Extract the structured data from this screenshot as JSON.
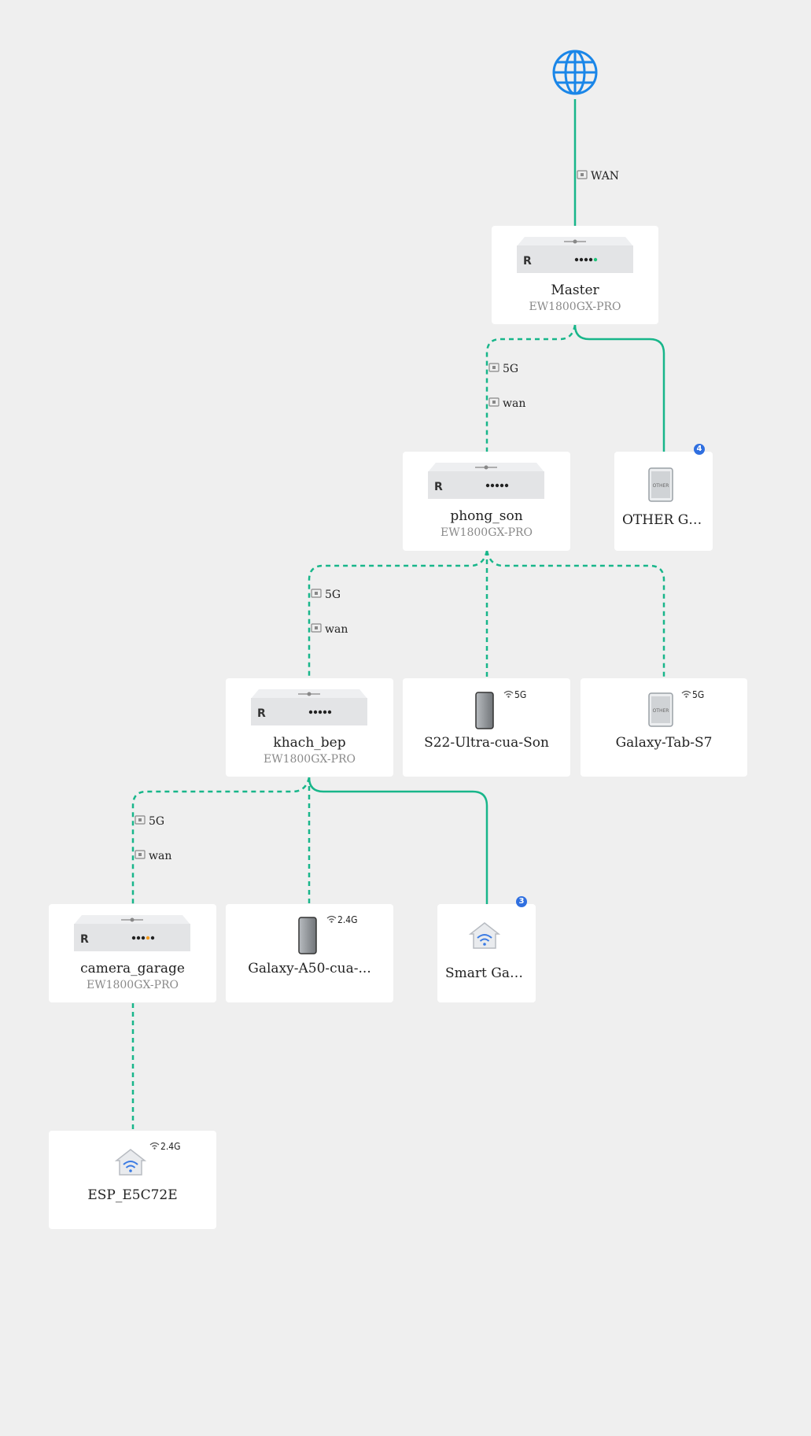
{
  "internet": {
    "icon": "globe-icon",
    "color": "#1a86e8"
  },
  "colors": {
    "link": "#18b68a",
    "badge": "#2f6fe0"
  },
  "links": {
    "wan_master": "WAN",
    "master_phong_5g": "5G",
    "master_phong_wan": "wan",
    "phong_khach_5g": "5G",
    "phong_khach_wan": "wan",
    "khach_camera_5g": "5G",
    "khach_camera_wan": "wan"
  },
  "nodes": {
    "master": {
      "name": "Master",
      "model": "EW1800GX-PRO"
    },
    "phong_son": {
      "name": "phong_son",
      "model": "EW1800GX-PRO"
    },
    "other_group": {
      "name": "OTHER Group",
      "count": "4",
      "icon_text": "OTHER"
    },
    "khach_bep": {
      "name": "khach_bep",
      "model": "EW1800GX-PRO"
    },
    "s22": {
      "name": "S22-Ultra-cua-Son",
      "band": "5G"
    },
    "galaxy_tab": {
      "name": "Galaxy-Tab-S7",
      "band": "5G",
      "icon_text": "OTHER"
    },
    "camera_garage": {
      "name": "camera_garage",
      "model": "EW1800GX-PRO"
    },
    "galaxy_a50": {
      "name": "Galaxy-A50-cua-...",
      "band": "2.4G"
    },
    "smart_gadgets": {
      "name": "Smart Gadgets Gr...",
      "count": "3"
    },
    "esp": {
      "name": "ESP_E5C72E",
      "band": "2.4G"
    }
  }
}
